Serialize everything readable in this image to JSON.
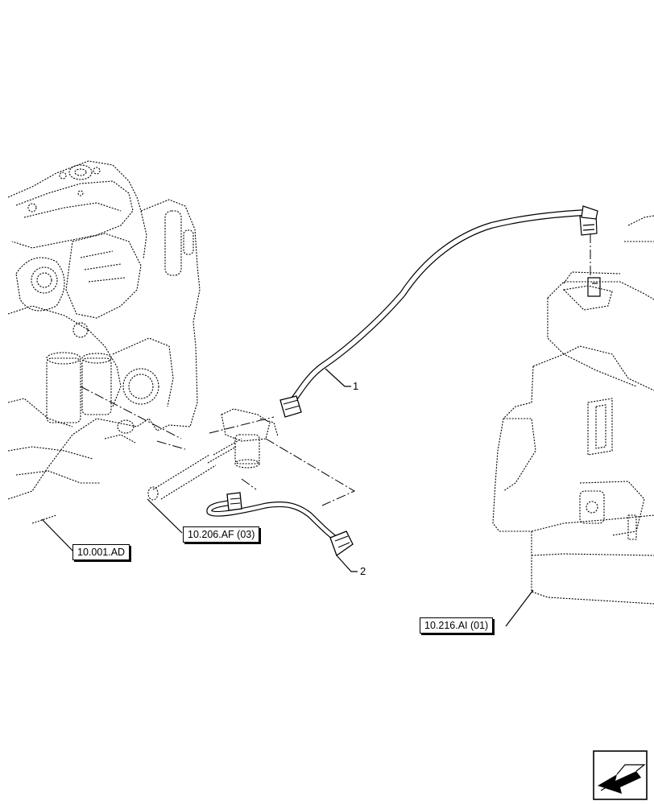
{
  "references": {
    "engine": "10.001.AD",
    "filter": "10.206.AF (03)",
    "tank": "10.216.AI (01)"
  },
  "callouts": {
    "pipe_upper": "1",
    "pipe_lower": "2"
  },
  "icons": {
    "navigation": "previous-page-arrow-icon"
  },
  "colors": {
    "line": "#000000",
    "background": "#ffffff"
  }
}
